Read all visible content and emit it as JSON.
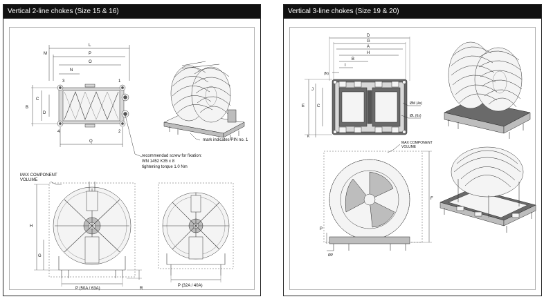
{
  "left": {
    "title": "Vertical 2-line chokes (Size 15 & 16)",
    "dims": {
      "L": "L",
      "M": "M",
      "P": "P",
      "O": "O",
      "N": "N",
      "B": "B",
      "C": "C",
      "D": "D",
      "Q": "Q",
      "H": "H",
      "G": "G",
      "R": "R"
    },
    "pins": {
      "p1": "1",
      "p2": "2",
      "p3": "3",
      "p4": "4"
    },
    "pin_note": "mark indicates PIN no. 1",
    "screw_note": {
      "line1": "recommendad screw for fixation:",
      "line2": "WN 1452 K35 x 8",
      "line3": "tightening torque 1.0 Nm"
    },
    "max_volume": {
      "line1": "MAX COMPONENT",
      "line2": "VOLUME"
    },
    "p_label_a": "P (50A / 63A)",
    "p_label_b": "P (32A / 40A)"
  },
  "right": {
    "title": "Vertical 3-line chokes (Size 19 & 20)",
    "dims": {
      "D": "D",
      "G": "G",
      "A": "A",
      "H": "H",
      "B": "B",
      "I": "I",
      "N": "(N)",
      "E": "E",
      "J": "J",
      "C": "C",
      "K": "K",
      "F": "F",
      "P": "P",
      "OP": "ØP"
    },
    "holes": {
      "M": "ØM (4x)",
      "L": "ØL (6x)"
    },
    "max_volume": {
      "line1": "MAX COMPONENT",
      "line2": "VOLUME"
    }
  }
}
